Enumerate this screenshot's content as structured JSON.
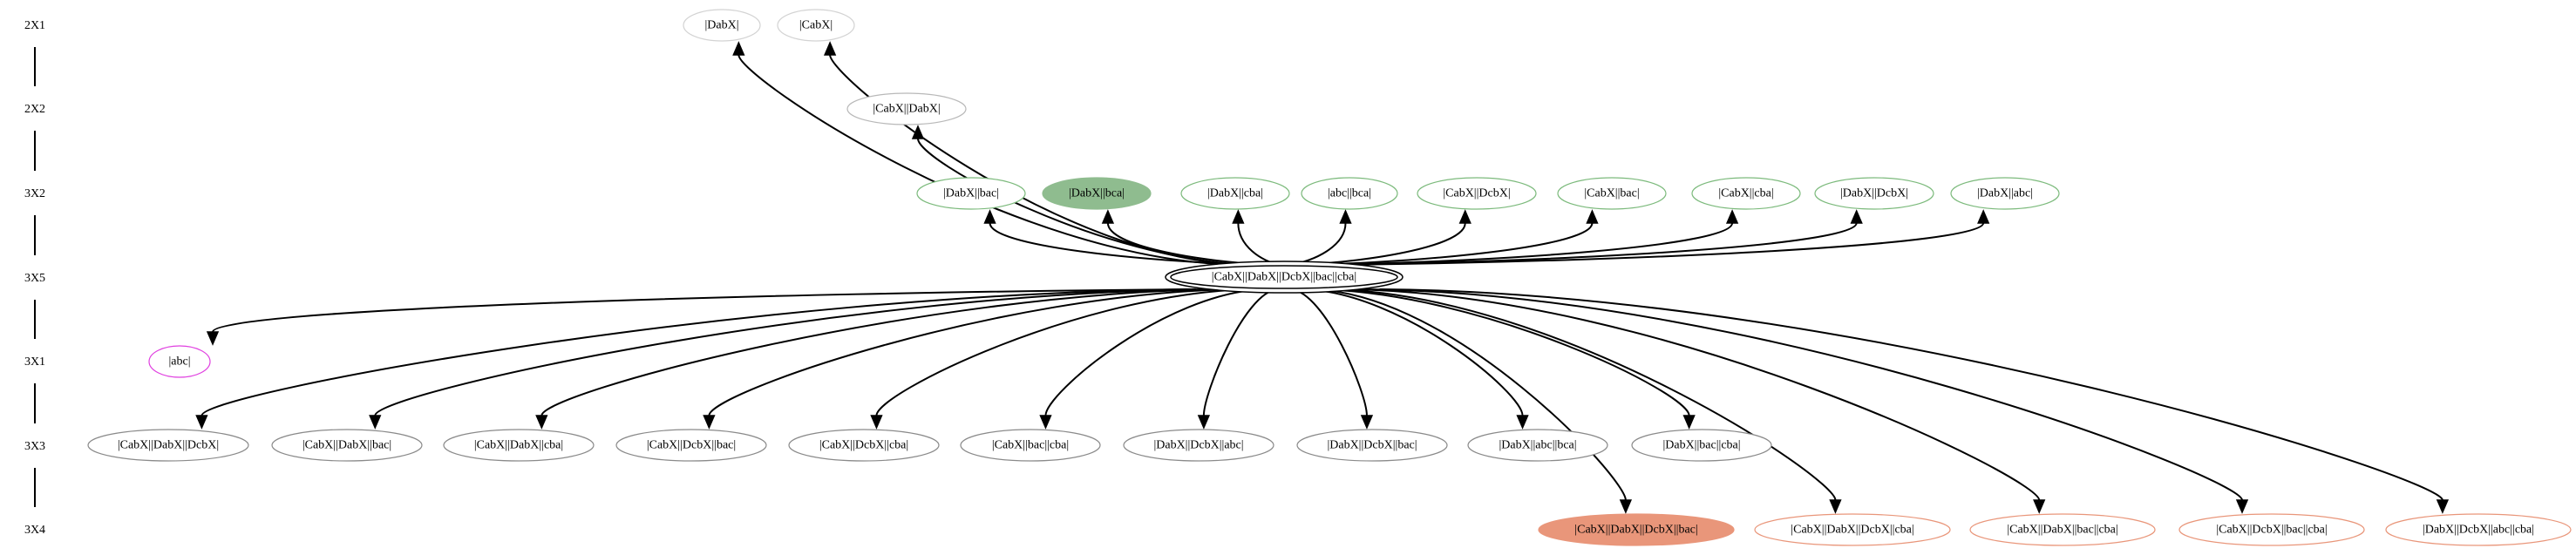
{
  "levels": [
    {
      "id": "L2X1",
      "label": "2X1"
    },
    {
      "id": "L2X2",
      "label": "2X2"
    },
    {
      "id": "L3X2",
      "label": "3X2"
    },
    {
      "id": "L3X5",
      "label": "3X5"
    },
    {
      "id": "L3X1",
      "label": "3X1"
    },
    {
      "id": "L3X3",
      "label": "3X3"
    },
    {
      "id": "L3X4",
      "label": "3X4"
    }
  ],
  "center": {
    "id": "center",
    "label": "|CabX||DabX||DcbX||bac||cba|"
  },
  "nodes": [
    {
      "id": "n2x1a",
      "label": "|DabX|",
      "level": "L2X1",
      "color": "#d3d3d3",
      "fill": "none"
    },
    {
      "id": "n2x1b",
      "label": "|CabX|",
      "level": "L2X1",
      "color": "#d3d3d3",
      "fill": "none"
    },
    {
      "id": "n2x2a",
      "label": "|CabX||DabX|",
      "level": "L2X2",
      "color": "#b8b8b8",
      "fill": "none"
    },
    {
      "id": "n3x2a",
      "label": "|DabX||bac|",
      "level": "L3X2",
      "color": "#7cba7c",
      "fill": "none"
    },
    {
      "id": "n3x2b",
      "label": "|DabX||bca|",
      "level": "L3X2",
      "color": "#8fbc8f",
      "fill": "#8fbc8f"
    },
    {
      "id": "n3x2c",
      "label": "|DabX||cba|",
      "level": "L3X2",
      "color": "#7cba7c",
      "fill": "none"
    },
    {
      "id": "n3x2d",
      "label": "|abc||bca|",
      "level": "L3X2",
      "color": "#7cba7c",
      "fill": "none"
    },
    {
      "id": "n3x2e",
      "label": "|CabX||DcbX|",
      "level": "L3X2",
      "color": "#7cba7c",
      "fill": "none"
    },
    {
      "id": "n3x2f",
      "label": "|CabX||bac|",
      "level": "L3X2",
      "color": "#7cba7c",
      "fill": "none"
    },
    {
      "id": "n3x2g",
      "label": "|CabX||cba|",
      "level": "L3X2",
      "color": "#7cba7c",
      "fill": "none"
    },
    {
      "id": "n3x2h",
      "label": "|DabX||DcbX|",
      "level": "L3X2",
      "color": "#7cba7c",
      "fill": "none"
    },
    {
      "id": "n3x2i",
      "label": "|DabX||abc|",
      "level": "L3X2",
      "color": "#7cba7c",
      "fill": "none"
    },
    {
      "id": "n3x1a",
      "label": "|abc|",
      "level": "L3X1",
      "color": "#e040e0",
      "fill": "none"
    },
    {
      "id": "n3x3a",
      "label": "|CabX||DabX||DcbX|",
      "level": "L3X3",
      "color": "#8a8a8a",
      "fill": "none"
    },
    {
      "id": "n3x3b",
      "label": "|CabX||DabX||bac|",
      "level": "L3X3",
      "color": "#8a8a8a",
      "fill": "none"
    },
    {
      "id": "n3x3c",
      "label": "|CabX||DabX||cba|",
      "level": "L3X3",
      "color": "#8a8a8a",
      "fill": "none"
    },
    {
      "id": "n3x3d",
      "label": "|CabX||DcbX||bac|",
      "level": "L3X3",
      "color": "#8a8a8a",
      "fill": "none"
    },
    {
      "id": "n3x3e",
      "label": "|CabX||DcbX||cba|",
      "level": "L3X3",
      "color": "#8a8a8a",
      "fill": "none"
    },
    {
      "id": "n3x3f",
      "label": "|CabX||bac||cba|",
      "level": "L3X3",
      "color": "#8a8a8a",
      "fill": "none"
    },
    {
      "id": "n3x3g",
      "label": "|DabX||DcbX||abc|",
      "level": "L3X3",
      "color": "#8a8a8a",
      "fill": "none"
    },
    {
      "id": "n3x3h",
      "label": "|DabX||DcbX||bac|",
      "level": "L3X3",
      "color": "#8a8a8a",
      "fill": "none"
    },
    {
      "id": "n3x3i",
      "label": "|DabX||abc||bca|",
      "level": "L3X3",
      "color": "#8a8a8a",
      "fill": "none"
    },
    {
      "id": "n3x3j",
      "label": "|DabX||bac||cba|",
      "level": "L3X3",
      "color": "#8a8a8a",
      "fill": "none"
    },
    {
      "id": "n3x4a",
      "label": "|CabX||DabX||DcbX||bac|",
      "level": "L3X4",
      "color": "#e9967a",
      "fill": "#e9967a"
    },
    {
      "id": "n3x4b",
      "label": "|CabX||DabX||DcbX||cba|",
      "level": "L3X4",
      "color": "#e9967a",
      "fill": "none"
    },
    {
      "id": "n3x4c",
      "label": "|CabX||DabX||bac||cba|",
      "level": "L3X4",
      "color": "#e9967a",
      "fill": "none"
    },
    {
      "id": "n3x4d",
      "label": "|CabX||DcbX||bac||cba|",
      "level": "L3X4",
      "color": "#e9967a",
      "fill": "none"
    },
    {
      "id": "n3x4e",
      "label": "|DabX||DcbX||abc||cba|",
      "level": "L3X4",
      "color": "#e9967a",
      "fill": "none"
    }
  ],
  "edges": [
    {
      "from": "center",
      "to": "n2x1a"
    },
    {
      "from": "center",
      "to": "n2x1b"
    },
    {
      "from": "center",
      "to": "n2x2a"
    },
    {
      "from": "center",
      "to": "n3x2a"
    },
    {
      "from": "center",
      "to": "n3x2b"
    },
    {
      "from": "center",
      "to": "n3x2c"
    },
    {
      "from": "center",
      "to": "n3x2d"
    },
    {
      "from": "center",
      "to": "n3x2e"
    },
    {
      "from": "center",
      "to": "n3x2f"
    },
    {
      "from": "center",
      "to": "n3x2g"
    },
    {
      "from": "center",
      "to": "n3x2h"
    },
    {
      "from": "center",
      "to": "n3x2i"
    },
    {
      "from": "center",
      "to": "n3x1a"
    },
    {
      "from": "center",
      "to": "n3x3a"
    },
    {
      "from": "center",
      "to": "n3x3b"
    },
    {
      "from": "center",
      "to": "n3x3c"
    },
    {
      "from": "center",
      "to": "n3x3d"
    },
    {
      "from": "center",
      "to": "n3x3e"
    },
    {
      "from": "center",
      "to": "n3x3f"
    },
    {
      "from": "center",
      "to": "n3x3g"
    },
    {
      "from": "center",
      "to": "n3x3h"
    },
    {
      "from": "center",
      "to": "n3x3i"
    },
    {
      "from": "center",
      "to": "n3x3j"
    },
    {
      "from": "center",
      "to": "n3x4a"
    },
    {
      "from": "center",
      "to": "n3x4b"
    },
    {
      "from": "center",
      "to": "n3x4c"
    },
    {
      "from": "center",
      "to": "n3x4d"
    },
    {
      "from": "center",
      "to": "n3x4e"
    }
  ]
}
